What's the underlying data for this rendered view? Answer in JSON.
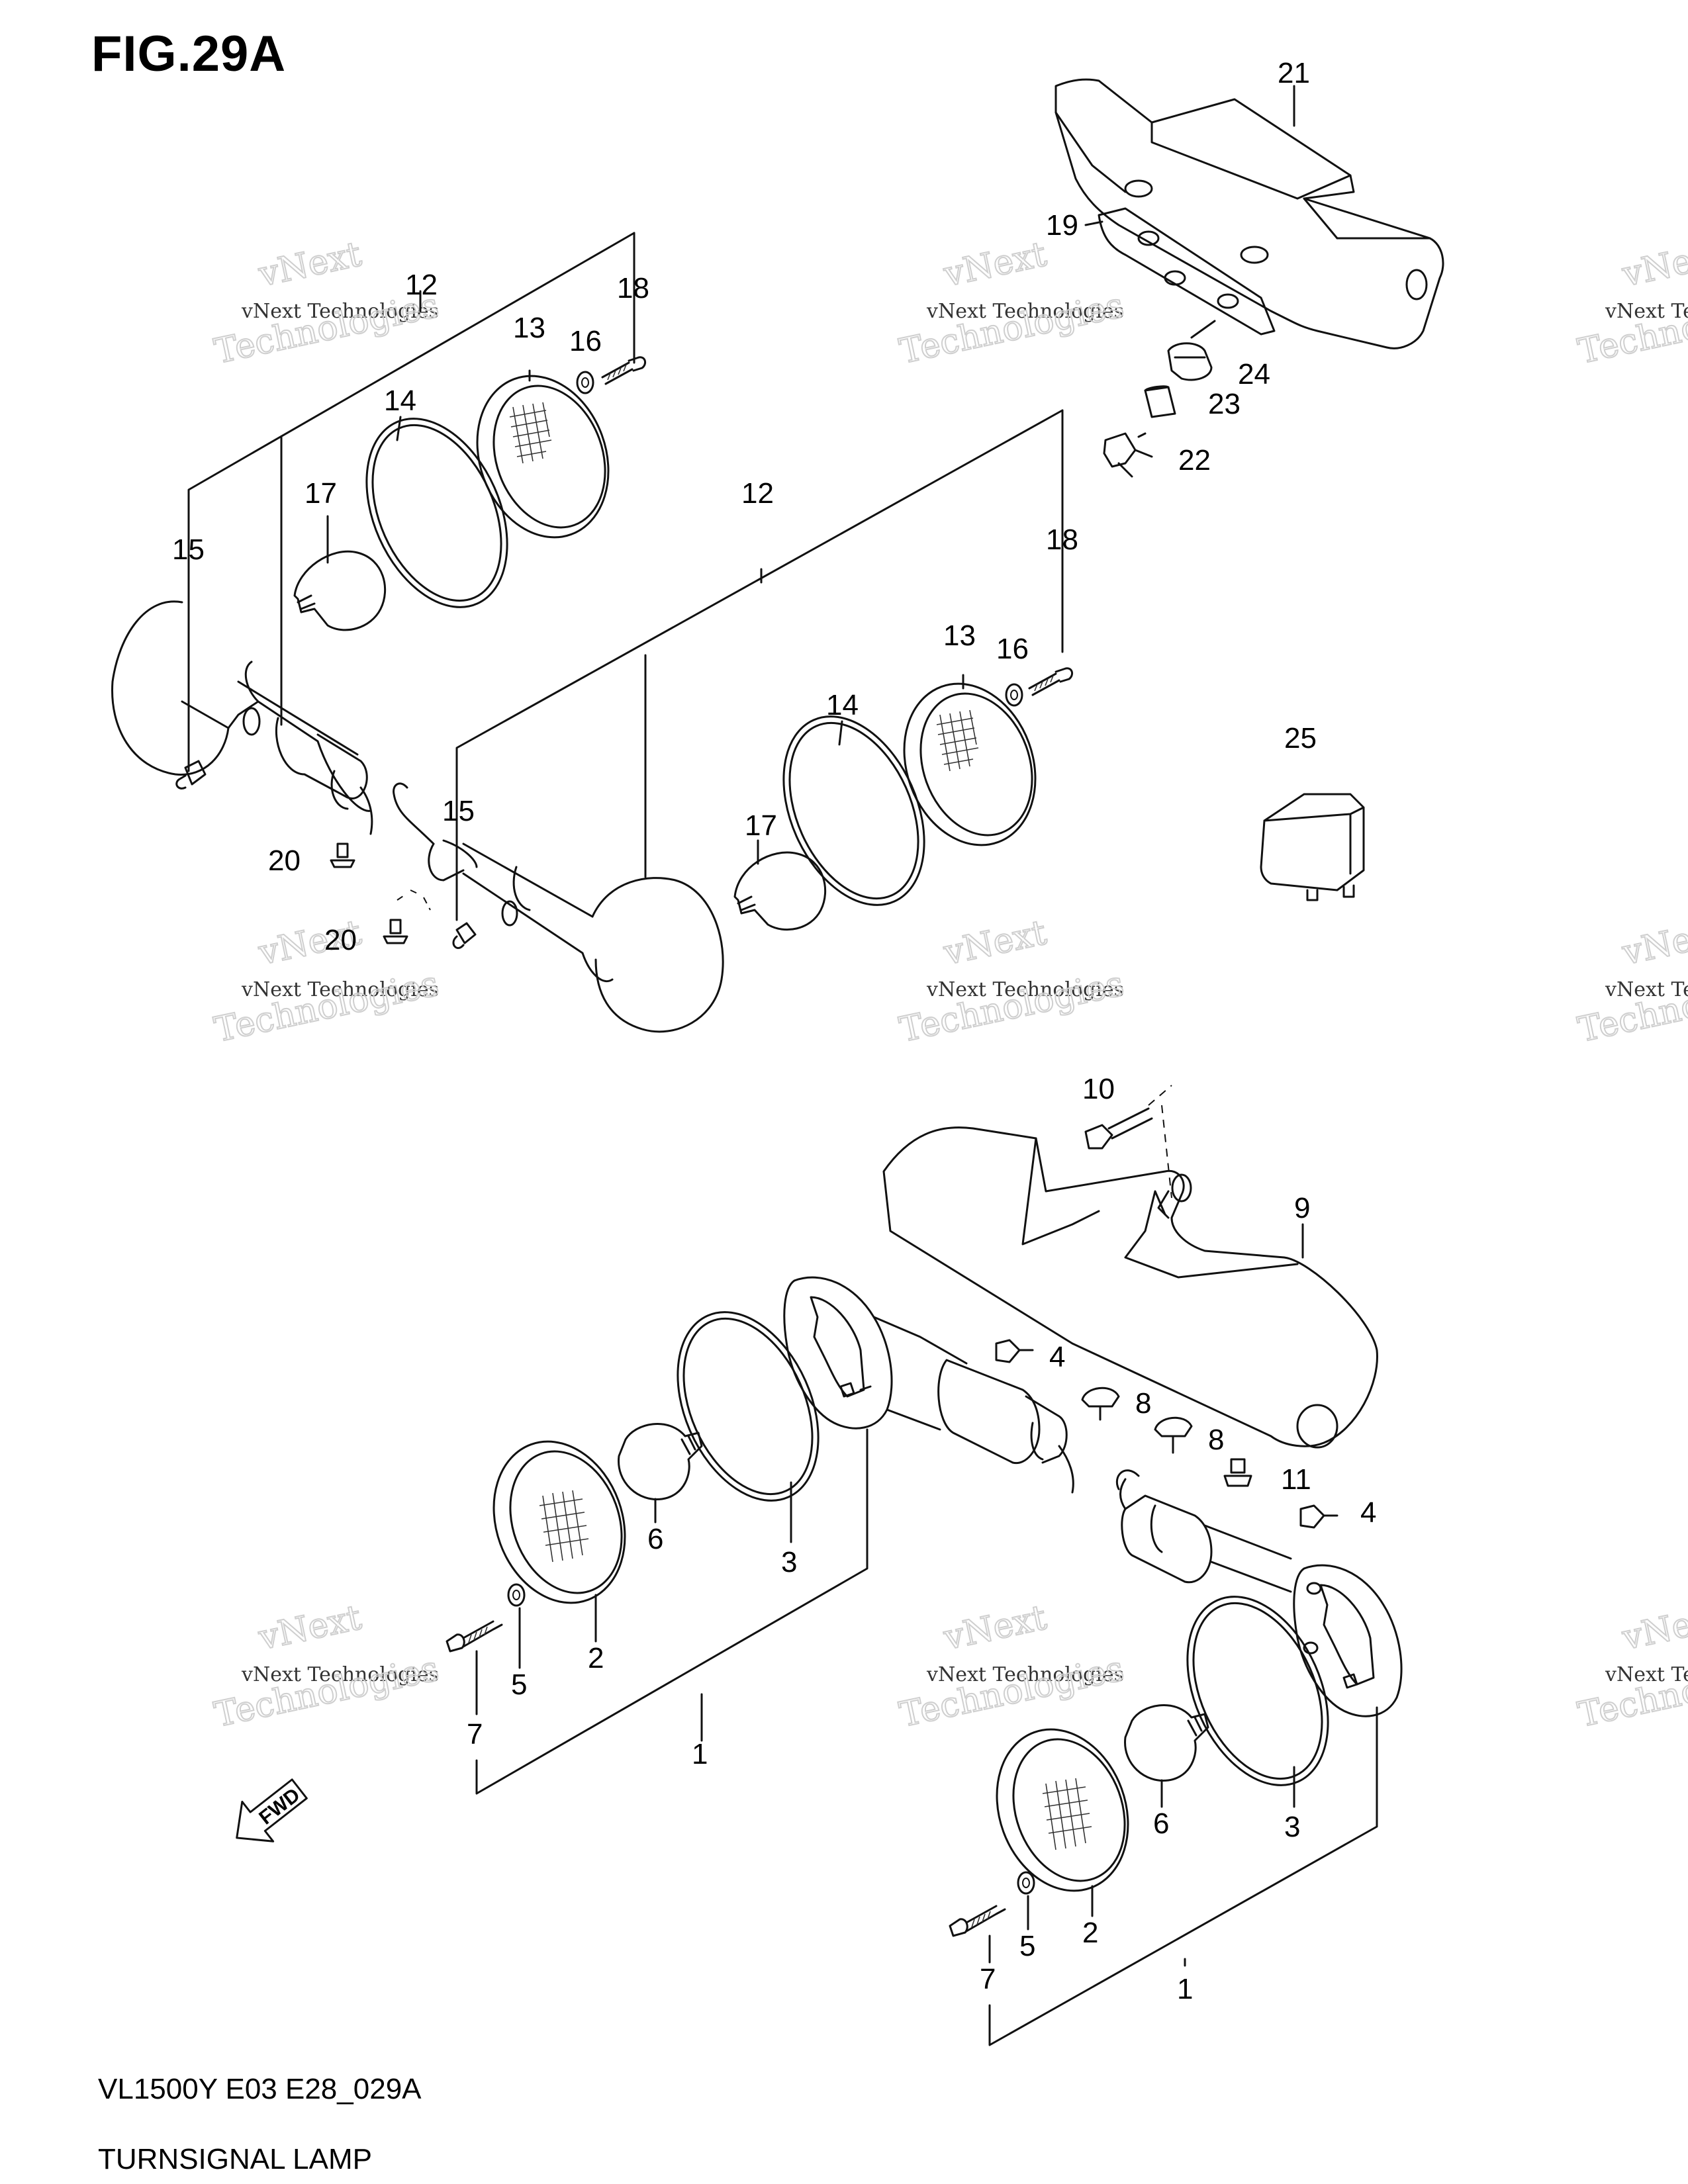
{
  "header": {
    "figure": "FIG.29A"
  },
  "footer": {
    "model_code": "VL1500Y E03 E28_029A",
    "caption": "TURNSIGNAL LAMP"
  },
  "watermark": {
    "line1": "vNext Technologies",
    "line2": "vNext",
    "line3": "Technologies"
  },
  "arrow": {
    "label": "FWD"
  },
  "callouts": {
    "c1": "1",
    "c2": "2",
    "c3": "3",
    "c4": "4",
    "c5": "5",
    "c6": "6",
    "c7": "7",
    "c8": "8",
    "c9": "9",
    "c10": "10",
    "c11": "11",
    "c12": "12",
    "c13": "13",
    "c14": "14",
    "c15": "15",
    "c16": "16",
    "c17": "17",
    "c18": "18",
    "c19": "19",
    "c20": "20",
    "c21": "21",
    "c22": "22",
    "c23": "23",
    "c24": "24",
    "c25": "25"
  }
}
